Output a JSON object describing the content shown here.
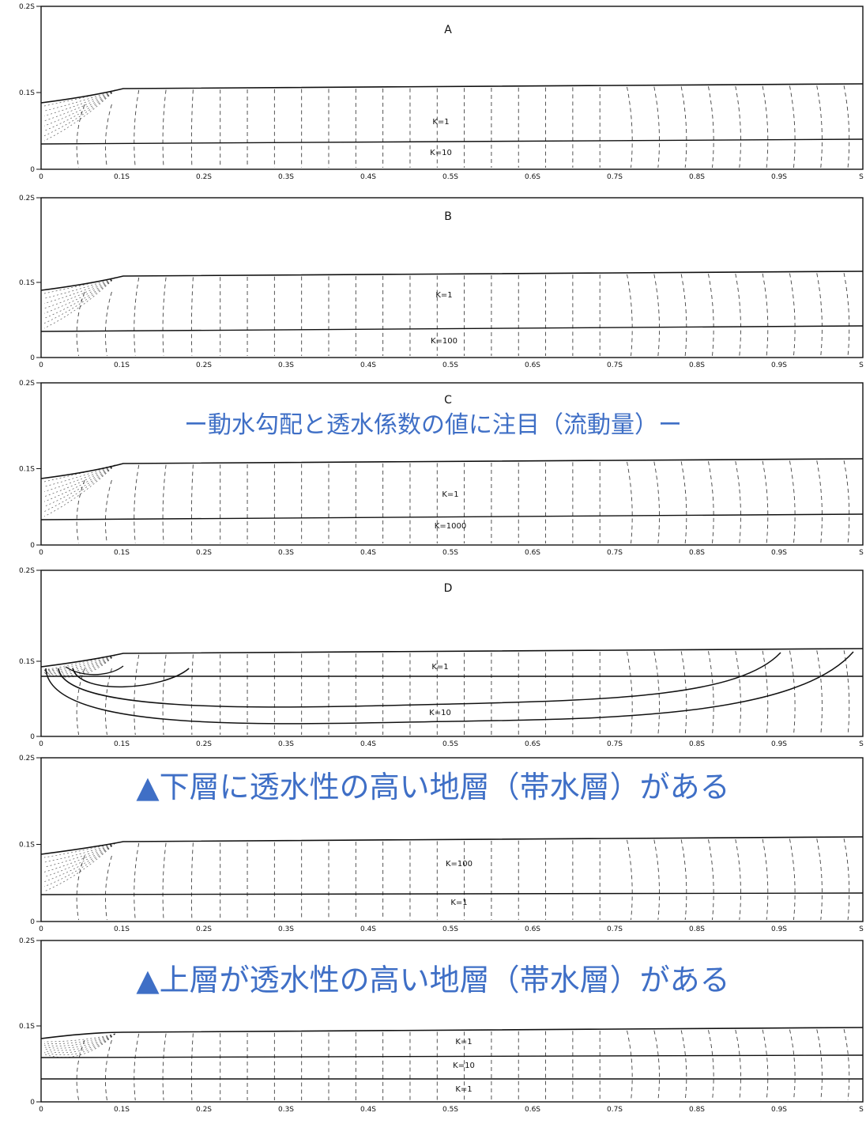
{
  "panels": [
    {
      "id": "A",
      "letter": "A",
      "layers": [
        {
          "label": "K=1"
        },
        {
          "label": "K=10"
        }
      ]
    },
    {
      "id": "B",
      "letter": "B",
      "layers": [
        {
          "label": "K=1"
        },
        {
          "label": "K=100"
        }
      ]
    },
    {
      "id": "C",
      "letter": "C",
      "layers": [
        {
          "label": "K=1"
        },
        {
          "label": "K=1000"
        }
      ]
    },
    {
      "id": "D",
      "letter": "D",
      "layers": [
        {
          "label": "K=1"
        },
        {
          "label": "K=10"
        }
      ]
    },
    {
      "id": "E",
      "letter": "",
      "layers": [
        {
          "label": "K=100"
        },
        {
          "label": "K=1"
        }
      ]
    },
    {
      "id": "F",
      "letter": "",
      "layers": [
        {
          "label": "K=1"
        },
        {
          "label": "K=10"
        },
        {
          "label": "K=1"
        }
      ]
    }
  ],
  "axes": {
    "y_ticks": [
      "0",
      "0.1S",
      "0.2S"
    ],
    "x_ticks": [
      "0",
      "0.1S",
      "0.2S",
      "0.3S",
      "0.4S",
      "0.5S",
      "0.6S",
      "0.7S",
      "0.8S",
      "0.9S",
      "S"
    ]
  },
  "captions": {
    "panel_c": "ー動水勾配と透水係数の値に注目（流動量）ー",
    "panel_e": "▲下層に透水性の高い地層（帯水層）がある",
    "panel_f": "▲上層が透水性の高い地層（帯水層）がある"
  },
  "colors": {
    "caption": "#3f6fc6",
    "lines": "#111111"
  }
}
